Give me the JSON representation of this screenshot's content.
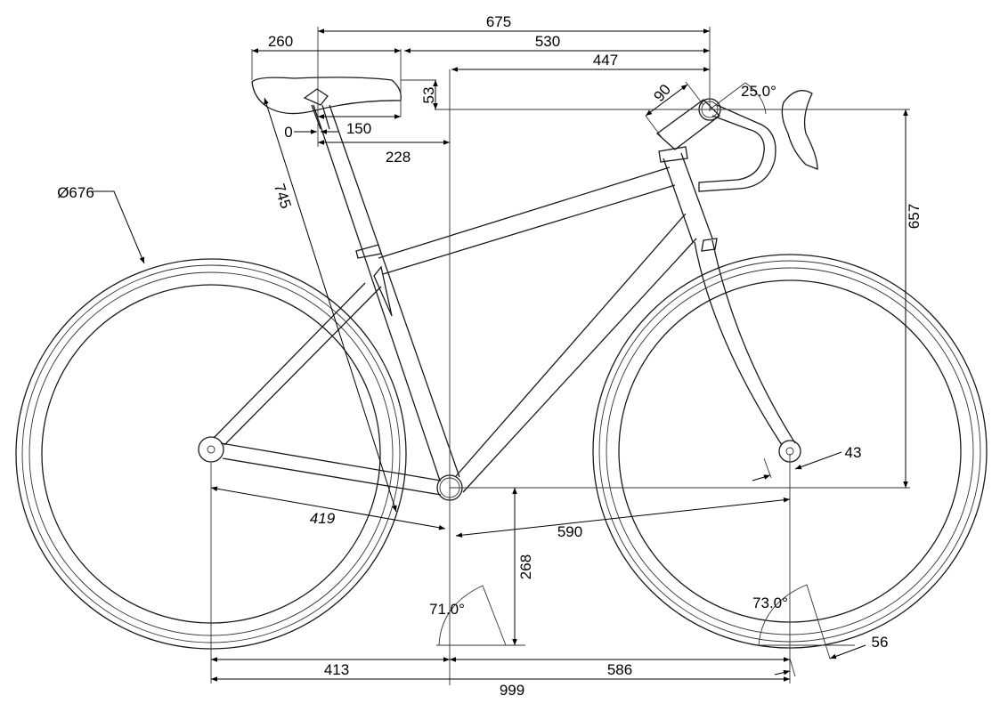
{
  "drawing": {
    "title": "bicycle-geometry",
    "dimensions": {
      "top_overall": "675",
      "saddle_to_bars": "530",
      "saddle_length": "260",
      "reach": "447",
      "saddle_drop": "53",
      "stem_length": "90",
      "stem_angle": "25.0°",
      "saddle_setback_to_nose": "150",
      "seatpost_offset": "0",
      "saddle_setback": "228",
      "seat_tube_length": "745",
      "wheel_diameter": "Ø676",
      "stack": "657",
      "fork_offset": "43",
      "chainstay": "419",
      "front_center": "590",
      "bb_height": "268",
      "seat_angle": "71.0°",
      "head_angle": "73.0°",
      "trail": "56",
      "rear_center": "413",
      "front_horizontal": "586",
      "wheelbase": "999"
    }
  }
}
